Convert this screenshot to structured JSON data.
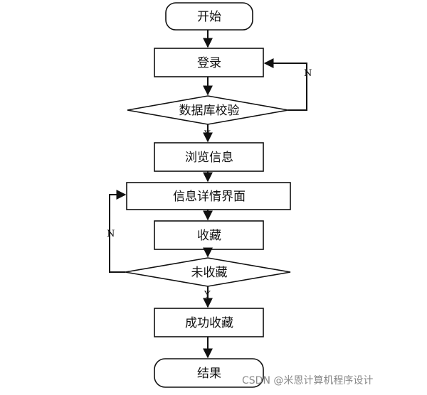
{
  "nodes": {
    "start": "开始",
    "login": "登录",
    "db_check": "数据库校验",
    "browse": "浏览信息",
    "detail": "信息详情界面",
    "favorite": "收藏",
    "not_favorited": "未收藏",
    "success": "成功收藏",
    "end": "结果"
  },
  "edge_labels": {
    "db_check_no": "N",
    "db_check_yes": "Y",
    "not_favorited_no": "N",
    "not_favorited_yes": "Y"
  },
  "watermark": "CSDN @米恩计算机程序设计"
}
